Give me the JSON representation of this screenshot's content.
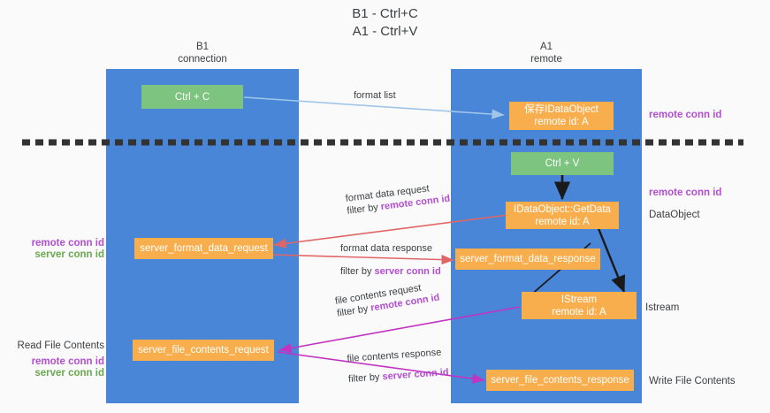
{
  "title": {
    "line1": "B1 - Ctrl+C",
    "line2": "A1 - Ctrl+V"
  },
  "columns": [
    {
      "id": "b1",
      "line1": "B1",
      "line2": "connection"
    },
    {
      "id": "a1",
      "line1": "A1",
      "line2": "remote"
    }
  ],
  "nodes": {
    "ctrl_c": {
      "line1": "Ctrl + C",
      "line2": ""
    },
    "save_idataobject": {
      "line1": "保存IDataObject",
      "line2": "remote id: A"
    },
    "ctrl_v": {
      "line1": "Ctrl + V",
      "line2": ""
    },
    "getdata": {
      "line1": "IDataObject::GetData",
      "line2": "remote id: A"
    },
    "server_format_data_request": {
      "line1": "server_format_data_request",
      "line2": ""
    },
    "server_format_data_response": {
      "line1": "server_format_data_response",
      "line2": ""
    },
    "istream": {
      "line1": "IStream",
      "line2": "remote id: A"
    },
    "server_file_contents_request": {
      "line1": "server_file_contents_request",
      "line2": ""
    },
    "server_file_contents_response": {
      "line1": "server_file_contents_response",
      "line2": ""
    }
  },
  "edge_labels": {
    "format_list": "format list",
    "format_data_request": "format data request",
    "format_data_request_filter_prefix": "filter by ",
    "format_data_request_filter_key": "remote conn id",
    "format_data_response": "format data response",
    "format_data_response_filter_prefix": "filter by ",
    "format_data_response_filter_key": "server conn id",
    "file_contents_request": "file contents request",
    "file_contents_request_filter_prefix": "filter by ",
    "file_contents_request_filter_key": "remote conn id",
    "file_contents_response": "file contents response",
    "file_contents_response_filter_prefix": "filter by ",
    "file_contents_response_filter_key": "server conn id"
  },
  "annotations": {
    "right_remote_conn_id_top": "remote conn id",
    "right_remote_conn_id_mid": "remote conn id",
    "right_dataobject": "DataObject",
    "right_istream": "Istream",
    "right_write_file_contents": "Write File Contents",
    "left_remote_conn_id_mid": "remote conn id",
    "left_server_conn_id_mid": "server conn id",
    "left_read_file_contents": "Read File Contents",
    "left_remote_conn_id_bottom": "remote conn id",
    "left_server_conn_id_bottom": "server conn id"
  },
  "colors": {
    "lane_blue": "#4a86d8",
    "node_green": "#7cc47f",
    "node_orange": "#f9ae4e",
    "accent_purple": "#b24fd0",
    "accent_green": "#6aa84f",
    "arrow_red": "#e06666",
    "arrow_lightblue": "#9fc5e8",
    "arrow_black": "#1a1a1a",
    "arrow_magenta": "#c233c2",
    "divider": "#333333",
    "background": "#fafafa"
  }
}
